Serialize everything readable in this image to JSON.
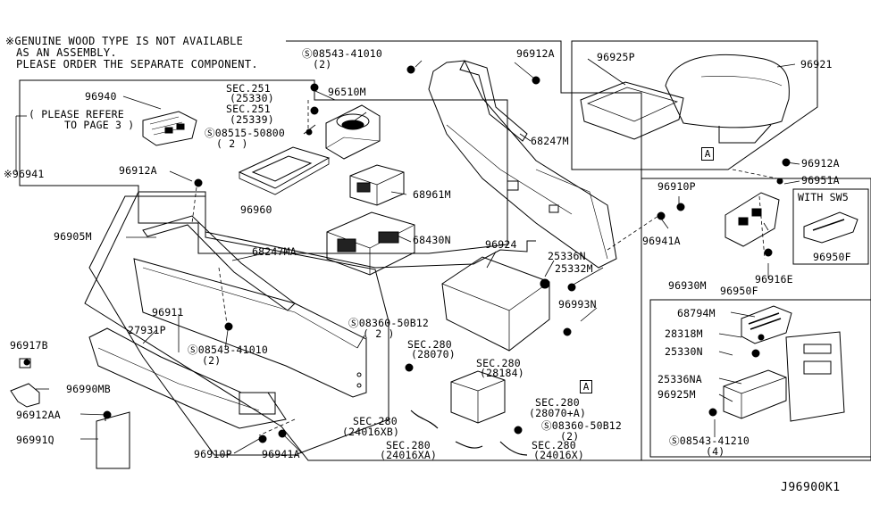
{
  "notes": {
    "line1": "※GENUINE WOOD TYPE IS NOT AVAILABLE",
    "line2": "AS AN ASSEMBLY.",
    "line3": "PLEASE ORDER THE SEPARATE COMPONENT."
  },
  "diagram_code": "J96900K1",
  "frame_letters": {
    "a1": "A",
    "a2": "A"
  },
  "callouts": {
    "p96941": "※96941",
    "p96940": "96940",
    "please_refer_1": "( PLEASE REFERE",
    "please_refer_2": "TO PAGE 3 )",
    "sec251_a": "SEC.251",
    "sec251_a_sub": "(25330)",
    "sec251_b": "SEC.251",
    "sec251_b_sub": "(25339)",
    "s08515": "Ⓢ08515-50800",
    "s08515_qty": "( 2 )",
    "p96510M": "96510M",
    "p96912A_1": "96912A",
    "p96960": "96960",
    "p96905M": "96905M",
    "p68961M": "68961M",
    "p68430N": "68430N",
    "p68247MA": "68247MA",
    "s08543_top": "Ⓢ08543-41010",
    "s08543_top_qty": "(2)",
    "p96912A_2": "96912A",
    "p96925P": "96925P",
    "p96921": "96921",
    "p68247M": "68247M",
    "p96912A_3": "96912A",
    "p96951A": "96951A",
    "p96910P_1": "96910P",
    "p96941A_1": "96941A",
    "with_sw5": "WITH SW5",
    "p96950F_1": "96950F",
    "p96916E": "96916E",
    "p96950F_2": "96950F",
    "p96924": "96924",
    "p25336N": "25336N",
    "p25332M": "25332M",
    "p96993N": "96993N",
    "p96911": "96911",
    "p27931P": "27931P",
    "s08543_mid": "Ⓢ08543-41010",
    "s08543_mid_qty": "(2)",
    "s08360_a": "Ⓢ08360-50B12",
    "s08360_a_qty": "( 2 )",
    "sec280_a": "SEC.280",
    "sec280_a_sub": "(28070)",
    "sec280_b": "SEC.280",
    "sec280_b_sub": "(28184)",
    "sec280_c": "SEC.280",
    "sec280_c_sub": "(28070+A)",
    "sec280_d": "SEC.280",
    "sec280_d_sub": "(24016XB)",
    "s08360_b": "Ⓢ08360-50B12",
    "s08360_b_qty": "(2)",
    "sec280_e": "SEC.280",
    "sec280_e_sub": "(24016XA)",
    "sec280_f": "SEC.280",
    "sec280_f_sub": "(24016X)",
    "p96917B": "96917B",
    "p96990MB": "96990MB",
    "p96912AA": "96912AA",
    "p96991Q": "96991Q",
    "p96910P_2": "96910P",
    "p96941A_2": "96941A",
    "p96930M": "96930M",
    "p68794M": "68794M",
    "p28318M": "28318M",
    "p25330N": "25330N",
    "p25336NA": "25336NA",
    "p96925M": "96925M",
    "s08543_bot": "Ⓢ08543-41210",
    "s08543_bot_qty": "(4)"
  }
}
